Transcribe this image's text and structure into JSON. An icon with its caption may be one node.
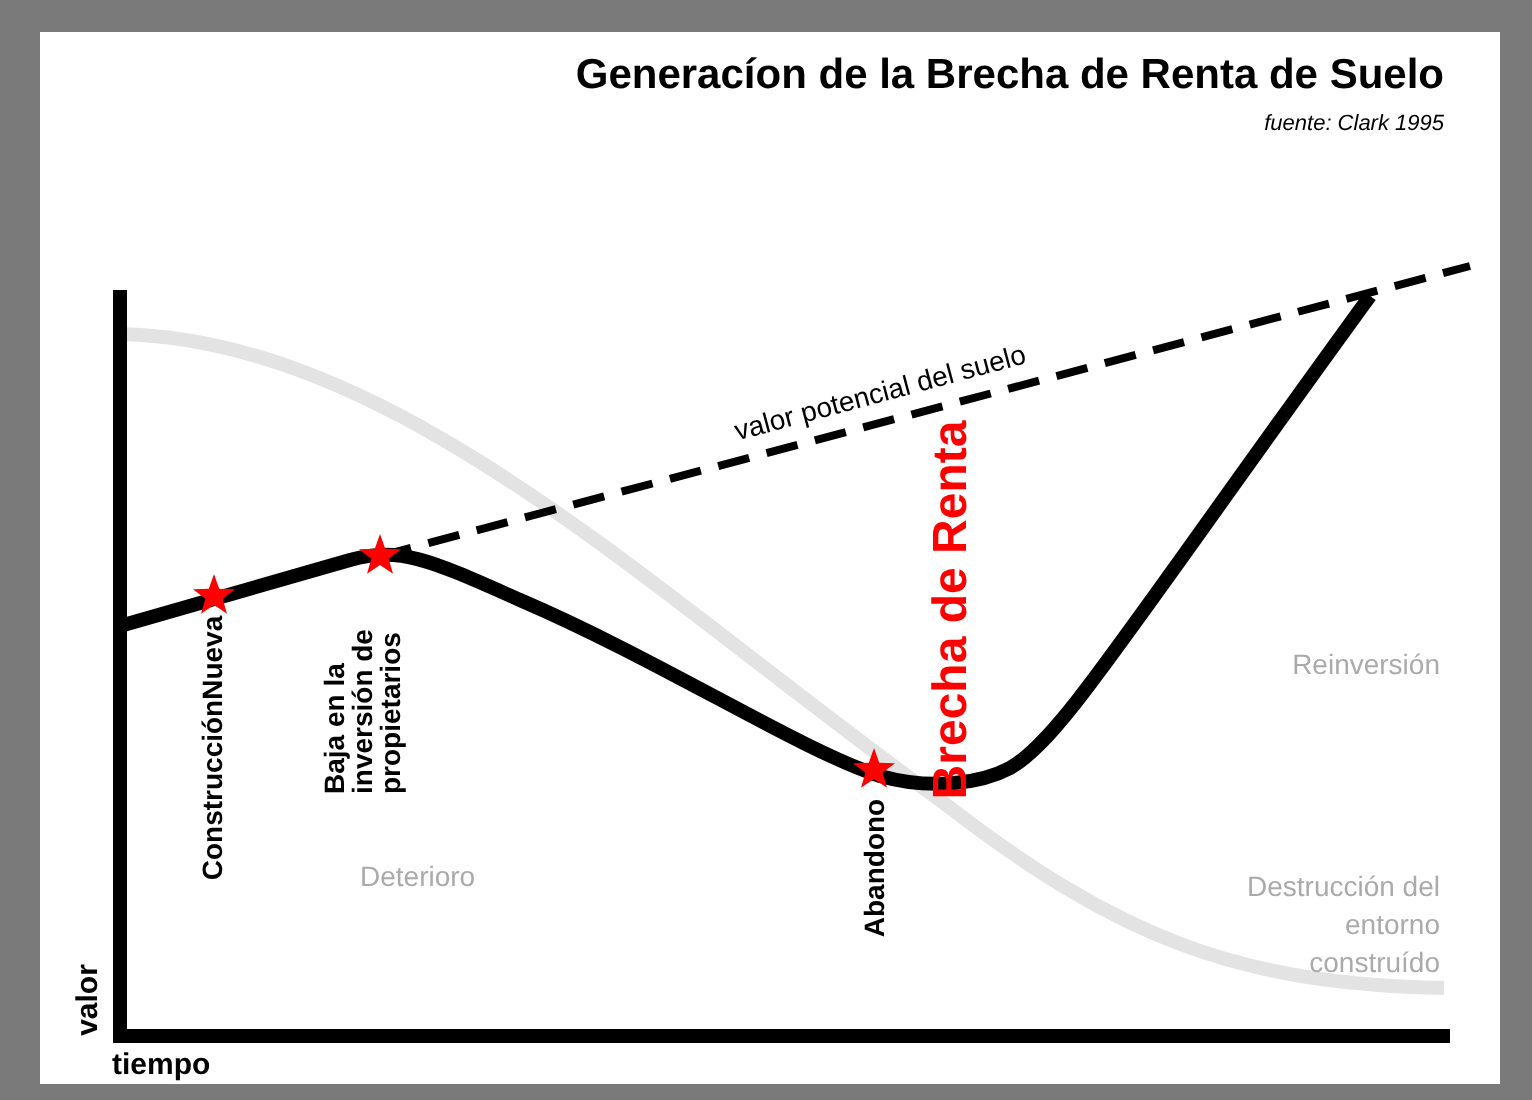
{
  "diagram": {
    "title": "Generacíon de la Brecha de Renta de Suelo",
    "labels": [
      "fuente: Clark 1995",
      "valor potencial del suelo",
      "Brecha de Renta",
      "Reinversión",
      "ConstrucciónNueva",
      "Baja en la inversión de propietarios",
      "Deterioro",
      "Abandono",
      "Destrucción del entorno construído",
      "valor",
      "tiempo"
    ]
  }
}
